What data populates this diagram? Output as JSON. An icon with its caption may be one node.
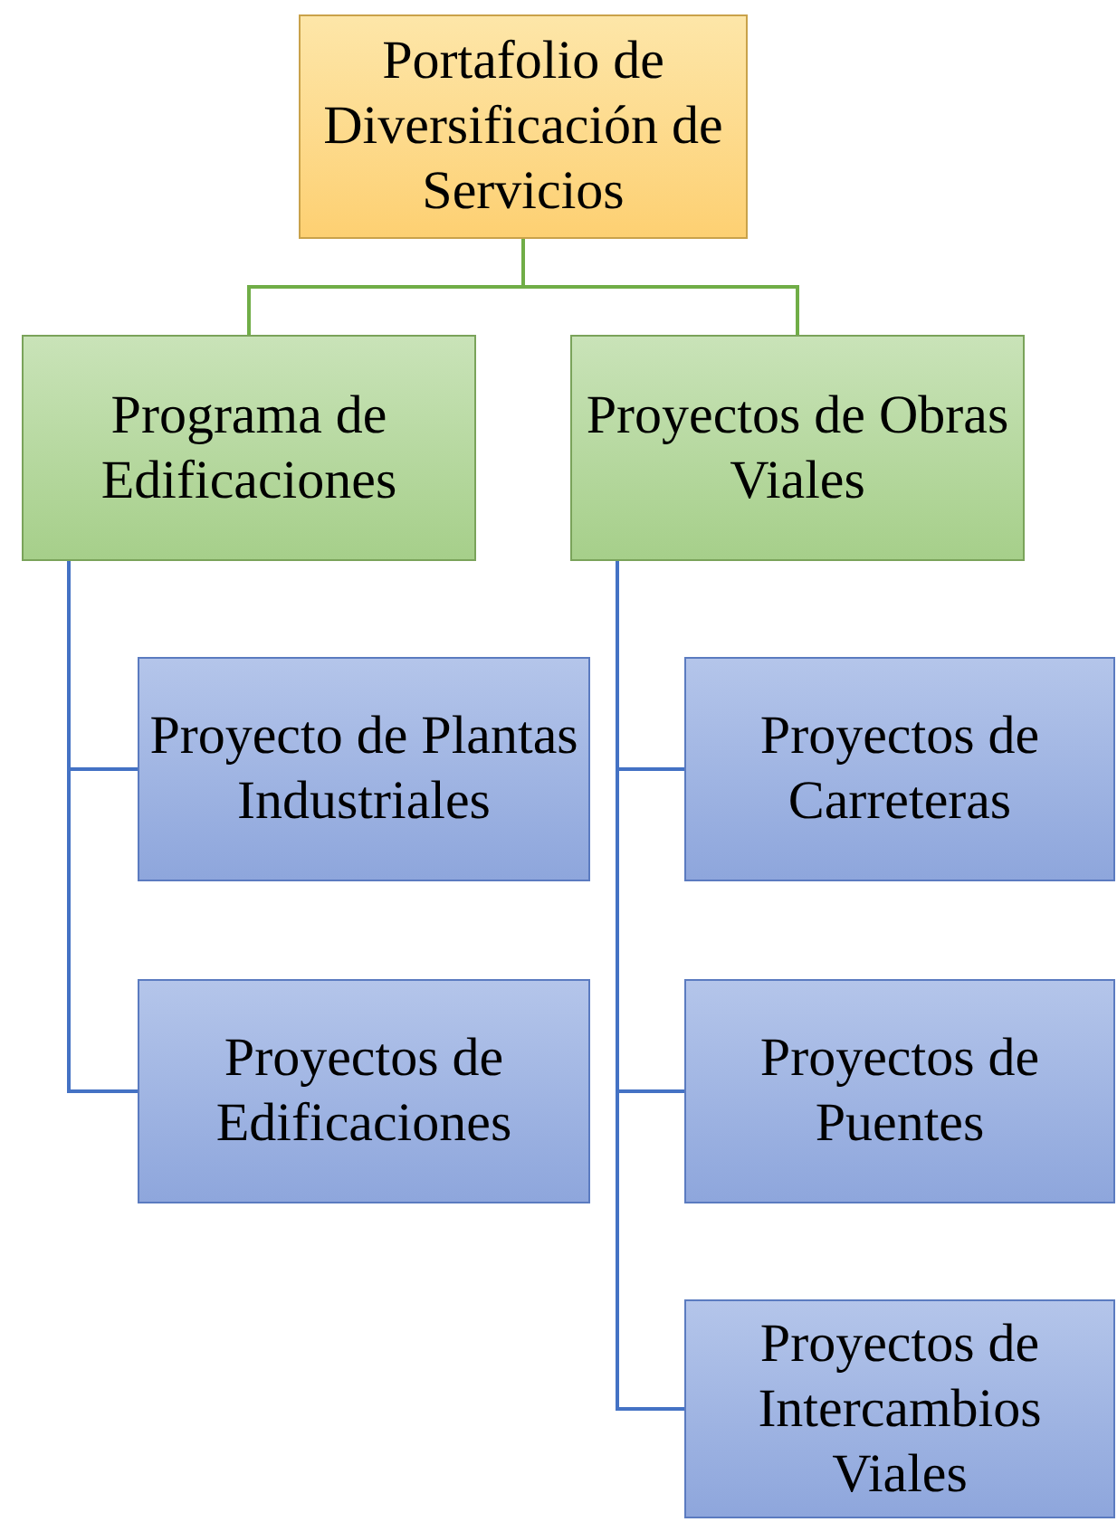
{
  "diagram": {
    "nodes": [
      {
        "text": [
          "Portafolio de Diversificación de Servicios"
        ]
      },
      {
        "text": [
          "Programa de Edificaciones"
        ]
      },
      {
        "text": [
          "Proyectos de Obras Viales"
        ]
      },
      {
        "text": [
          "Proyecto de Plantas Industriales"
        ]
      },
      {
        "text": [
          "Proyectos de Edificaciones"
        ]
      },
      {
        "text": [
          "Proyectos de Carreteras"
        ]
      },
      {
        "text": [
          "Proyectos de Puentes"
        ]
      },
      {
        "text": [
          "Proyectos de Intercambios Viales"
        ]
      }
    ],
    "edges": [
      {
        "from": 0,
        "to": 1,
        "arrow": "none",
        "color": "#70ad47"
      },
      {
        "from": 0,
        "to": 2,
        "arrow": "none",
        "color": "#70ad47"
      },
      {
        "from": 1,
        "to": 3,
        "arrow": "none"
      },
      {
        "from": 1,
        "to": 4,
        "arrow": "none"
      },
      {
        "from": 2,
        "to": 5,
        "arrow": "none"
      },
      {
        "from": 2,
        "to": 6,
        "arrow": "none"
      },
      {
        "from": 2,
        "to": 7,
        "arrow": "none"
      }
    ]
  }
}
